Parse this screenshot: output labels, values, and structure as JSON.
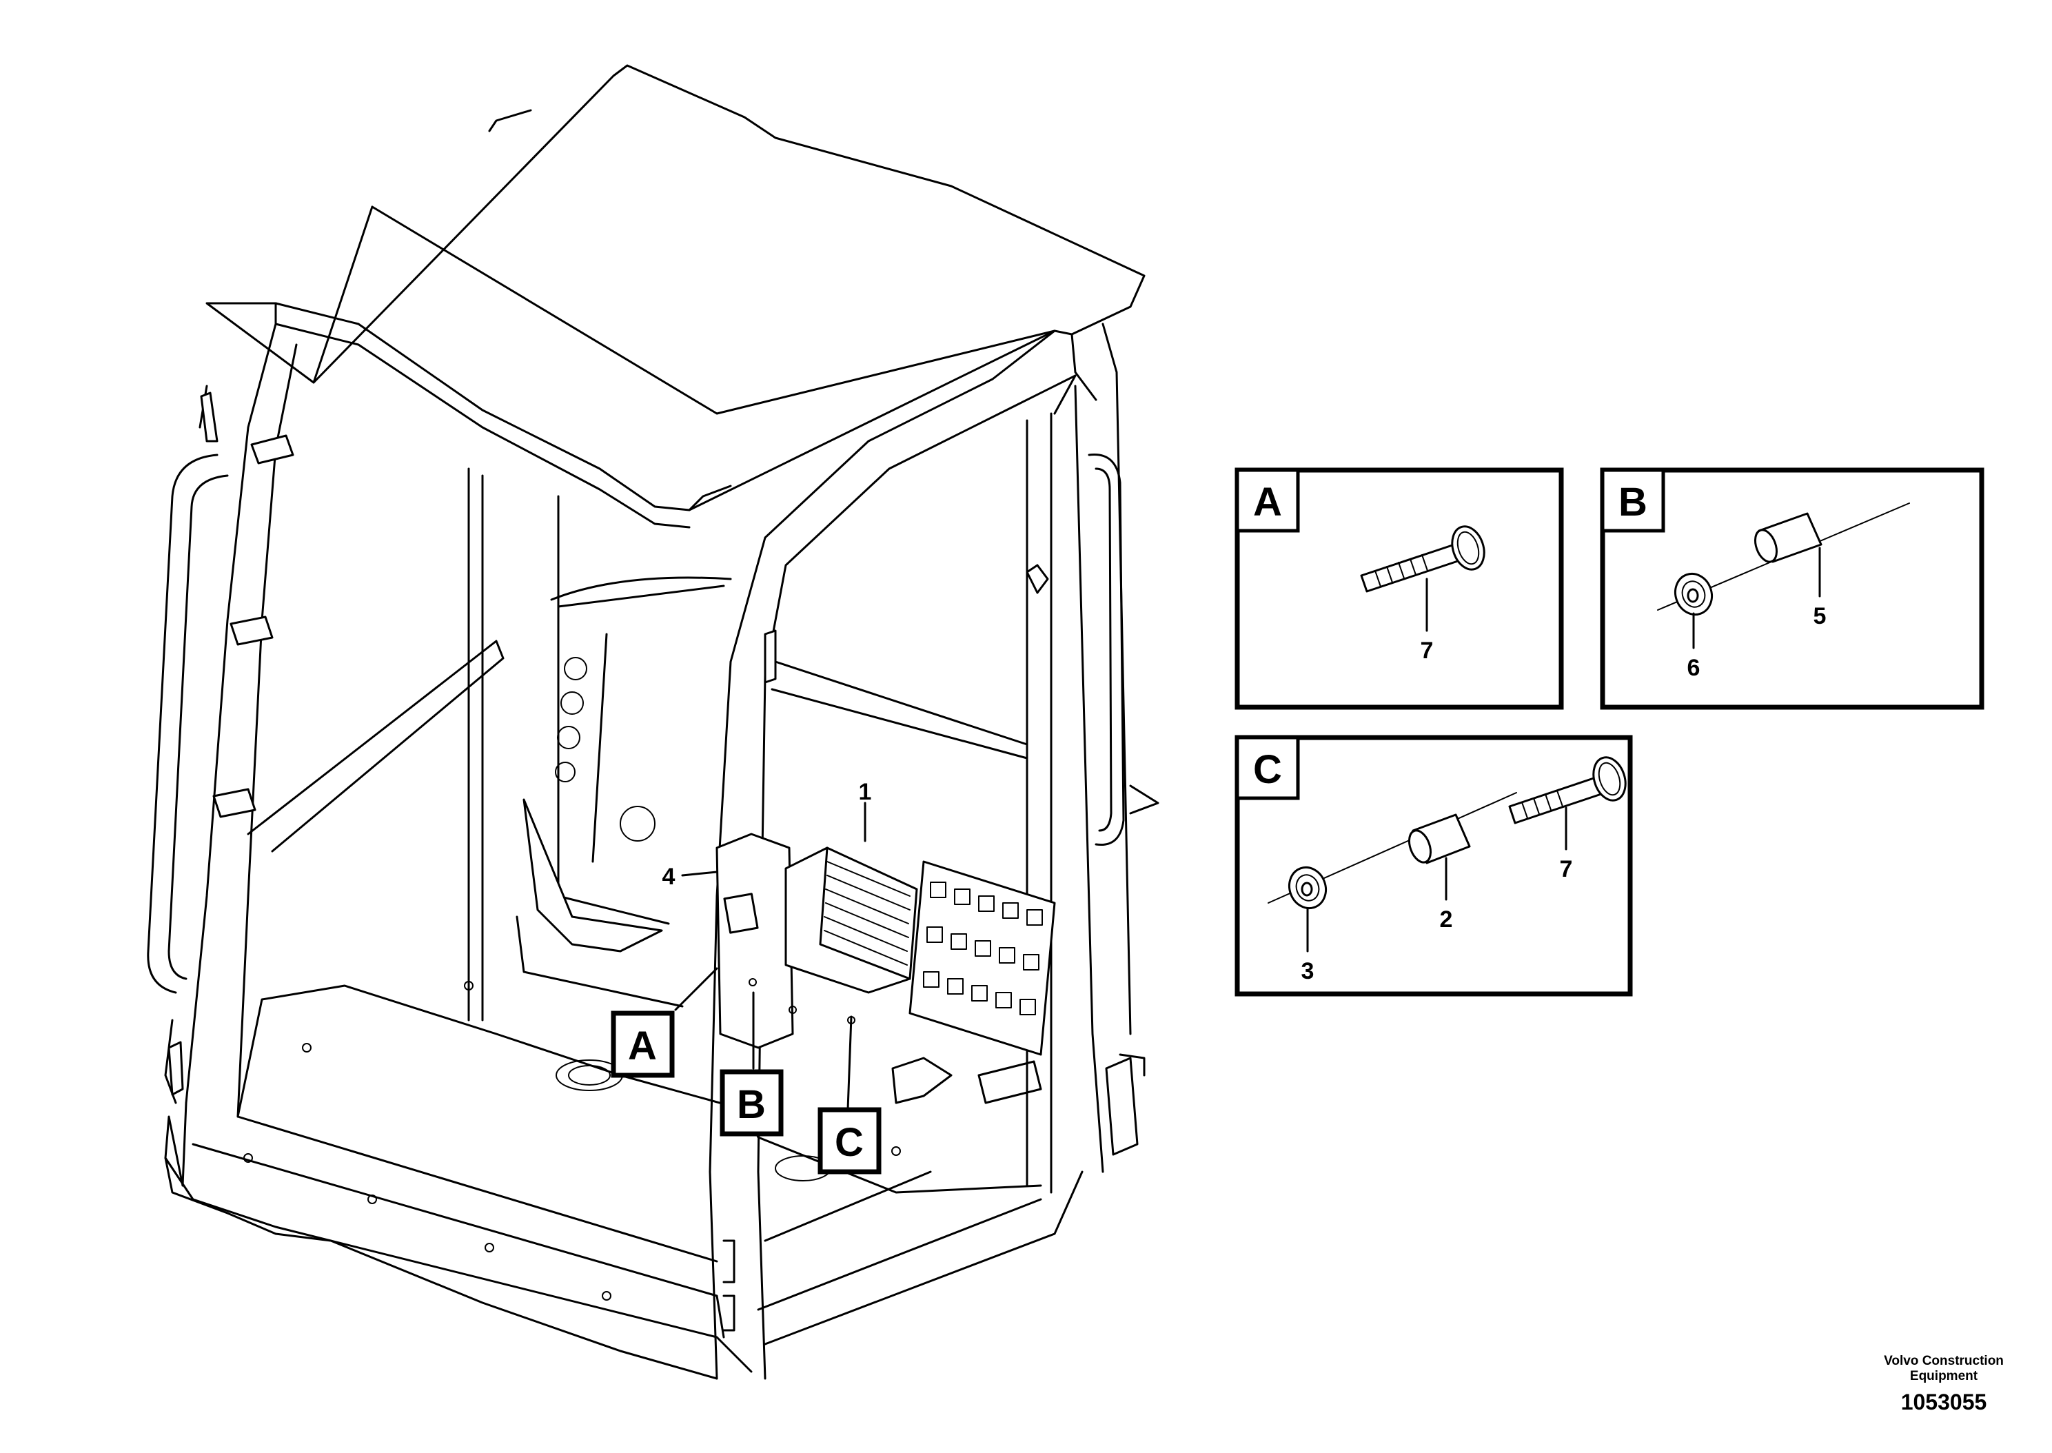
{
  "detail_panels": [
    {
      "letter": "A",
      "parts": [
        "7"
      ]
    },
    {
      "letter": "B",
      "parts": [
        "6",
        "5"
      ]
    },
    {
      "letter": "C",
      "parts": [
        "3",
        "2",
        "7"
      ]
    }
  ],
  "main_labels": {
    "part_1": "1",
    "part_4": "4",
    "callout_a": "A",
    "callout_b": "B",
    "callout_c": "C"
  },
  "footer": {
    "company_line1": "Volvo Construction",
    "company_line2": "Equipment",
    "doc_number": "1053055"
  }
}
